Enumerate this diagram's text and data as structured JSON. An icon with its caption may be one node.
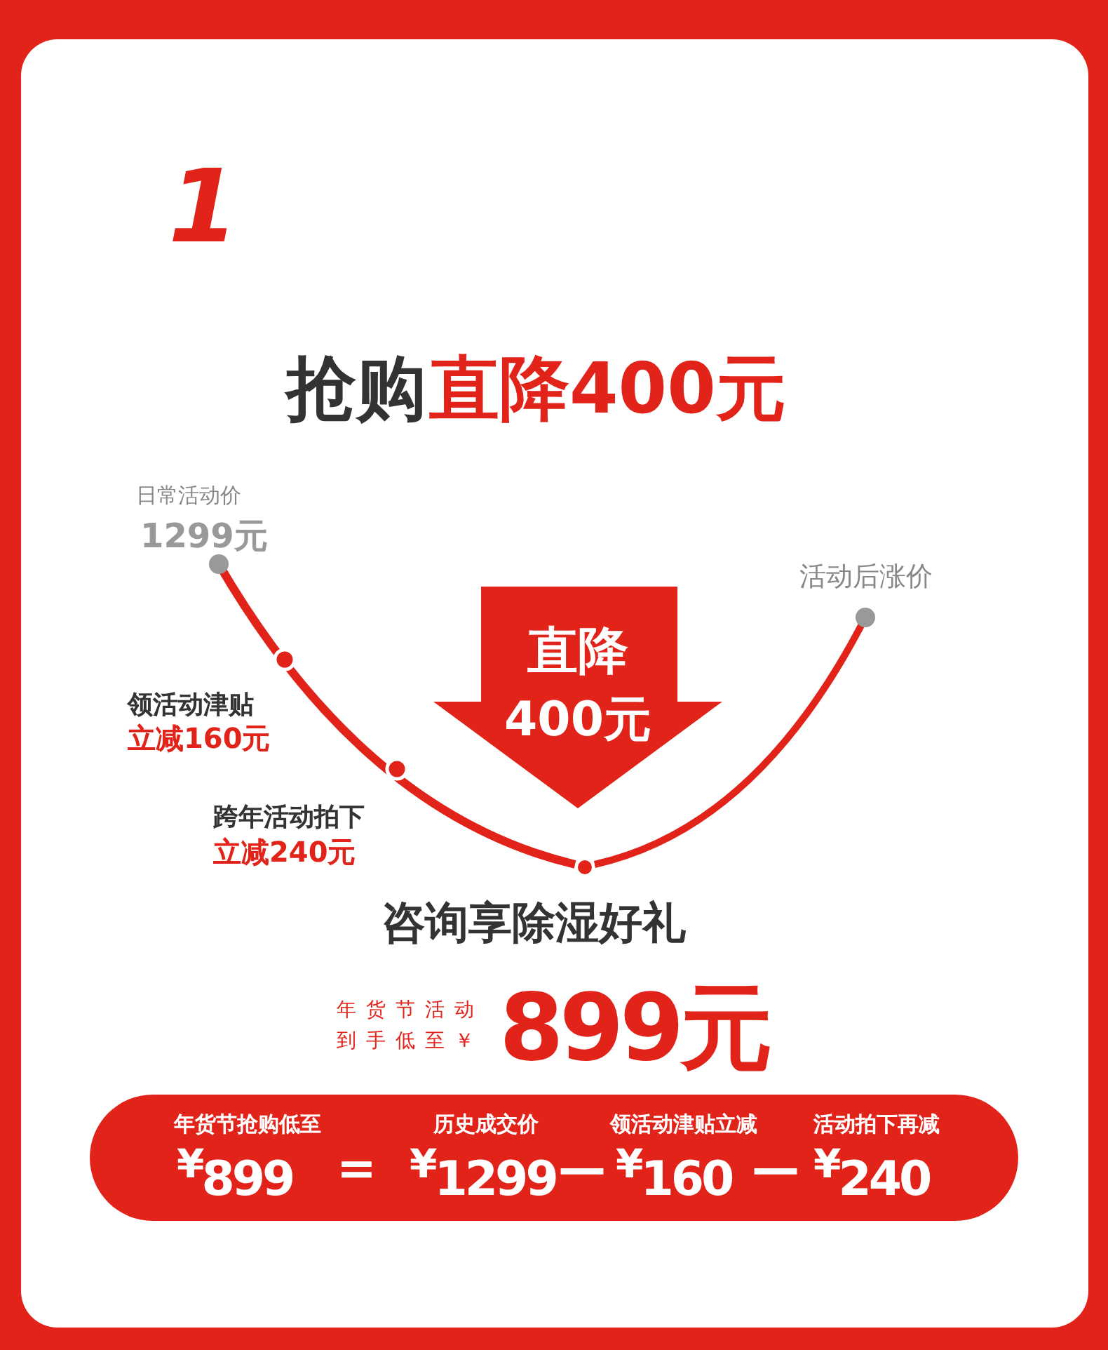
{
  "diagram": {
    "nodes": [
      {
        "text": [
          "直降",
          "400元"
        ]
      },
      {
        "text": [
          "年货节抢购低至",
          "$^{¥}$899",
          "=",
          "历史成交价",
          "$^{¥}$1299",
          "—",
          "领活动津贴立减",
          "$^{¥}$160",
          "—",
          "活动拍下再减",
          "$^{¥}$240"
        ]
      }
    ],
    "edges": [],
    "labels": [
      "1",
      "抢购",
      "直降400元",
      "日常活动价",
      "1299元",
      "活动后涨价",
      "领活动津贴",
      "立减160元",
      "跨年活动拍下",
      "立减240元",
      "咨询享除湿好礼",
      "年货节活动",
      "到手低至￥",
      "899元"
    ]
  }
}
